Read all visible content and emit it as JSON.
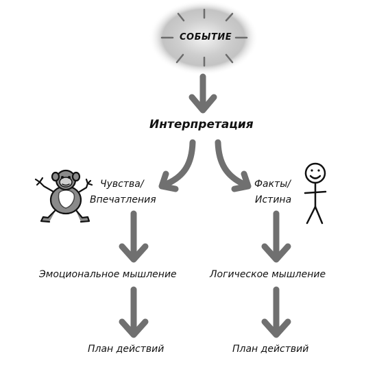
{
  "event": {
    "label": "СОБЫТИЕ"
  },
  "interpretation": {
    "label": "Интерпретация"
  },
  "left_branch": {
    "title_line1": "Чувства/",
    "title_line2": "Впечатления",
    "thinking": "Эмоциональное мышление",
    "plan": "План действий",
    "figure_icon": "monkey-icon"
  },
  "right_branch": {
    "title_line1": "Факты/",
    "title_line2": "Истина",
    "thinking": "Логическое мышление",
    "plan": "План действий",
    "figure_icon": "stick-figure-icon"
  },
  "colors": {
    "arrow": "#707070",
    "text": "#111111",
    "monkey_body": "#8a8a8a",
    "burst": "#6b6b6b"
  }
}
